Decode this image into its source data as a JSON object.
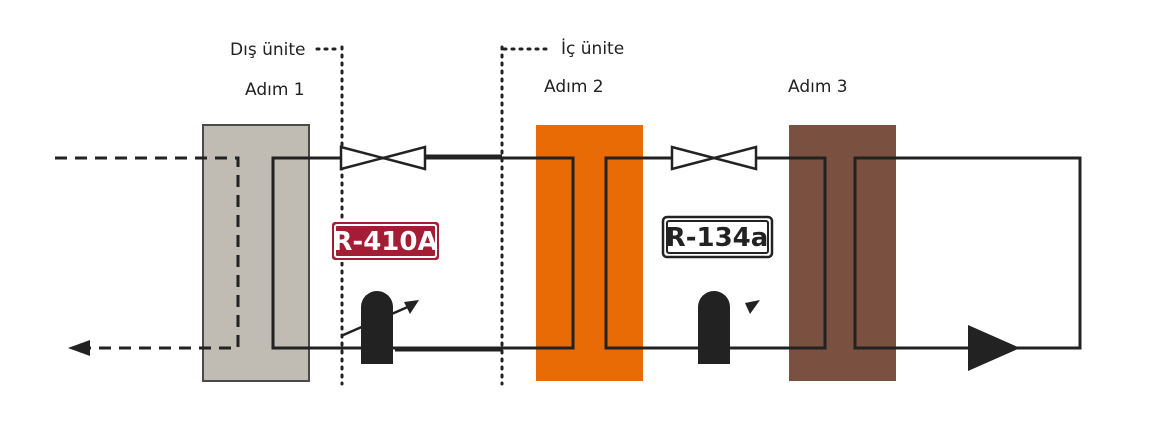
{
  "labels": {
    "outdoor_unit": "Dış ünite",
    "indoor_unit": "İç ünite",
    "step1": "Adım 1",
    "step2": "Adım 2",
    "step3": "Adım 3"
  },
  "refrigerants": {
    "stage1": "R-410A",
    "stage2": "R-134a"
  },
  "colors": {
    "heat_exchanger_1": "#c0bbb3",
    "heat_exchanger_2": "#e96b05",
    "heat_exchanger_3": "#7a5040",
    "r410a_badge": "#a51d35",
    "r134a_badge": "#ffffff",
    "line": "#1f1f1f"
  }
}
